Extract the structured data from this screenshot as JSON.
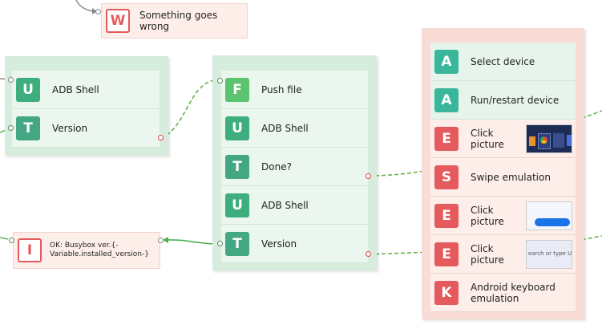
{
  "warning_node": {
    "badge": "W",
    "label": "Something goes wrong"
  },
  "group1": {
    "nodes": [
      {
        "badge": "U",
        "label": "ADB Shell"
      },
      {
        "badge": "T",
        "label": "Version"
      }
    ]
  },
  "info_node": {
    "badge": "I",
    "label_line1": "OK: Busybox ver.{-",
    "label_line2": "Variable.installed_version-}"
  },
  "group2": {
    "nodes": [
      {
        "badge": "F",
        "label": "Push file"
      },
      {
        "badge": "U",
        "label": "ADB Shell"
      },
      {
        "badge": "T",
        "label": "Done?"
      },
      {
        "badge": "U",
        "label": "ADB Shell"
      },
      {
        "badge": "T",
        "label": "Version"
      }
    ]
  },
  "group3": {
    "nodes": [
      {
        "badge": "A",
        "label": "Select device"
      },
      {
        "badge": "A",
        "label": "Run/restart device"
      },
      {
        "badge": "E",
        "label_line1": "Click",
        "label_line2": "picture"
      },
      {
        "badge": "S",
        "label": "Swipe emulation"
      },
      {
        "badge": "E",
        "label_line1": "Click",
        "label_line2": "picture"
      },
      {
        "badge": "E",
        "label_line1": "Click",
        "label_line2": "picture"
      },
      {
        "badge": "K",
        "label_line1": "Android keyboard",
        "label_line2": "emulation"
      }
    ],
    "thumb3_text": "earch or type U"
  },
  "colors": {
    "green_group": "#d6ecdd",
    "red_group": "#f9dcd6",
    "success_wire": "#4caf50",
    "fail_wire": "#6ab04c"
  }
}
